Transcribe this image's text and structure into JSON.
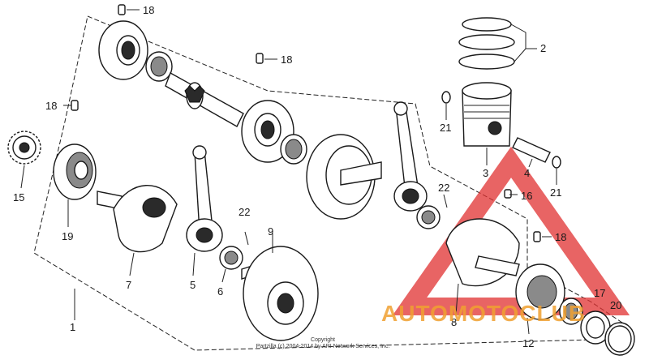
{
  "callouts": {
    "c1": "1",
    "c2": "2",
    "c3": "3",
    "c4": "4",
    "c5": "5",
    "c6": "6",
    "c7": "7",
    "c8": "8",
    "c9": "9",
    "c12": "12",
    "c15": "15",
    "c16": "16",
    "c17": "17",
    "c18a": "18",
    "c18b": "18",
    "c18c": "18",
    "c18d": "18",
    "c19": "19",
    "c20": "20",
    "c21a": "21",
    "c21b": "21",
    "c22a": "22",
    "c22b": "22"
  },
  "copyright": {
    "line1": "Copyright",
    "line2": "Partzilla (c) 2004-2014 by ARI Network Services, Inc."
  },
  "watermark": {
    "text": "AUTOMOTOCLUB",
    "color": "#f0a030",
    "triangle_color": "#e03030"
  }
}
